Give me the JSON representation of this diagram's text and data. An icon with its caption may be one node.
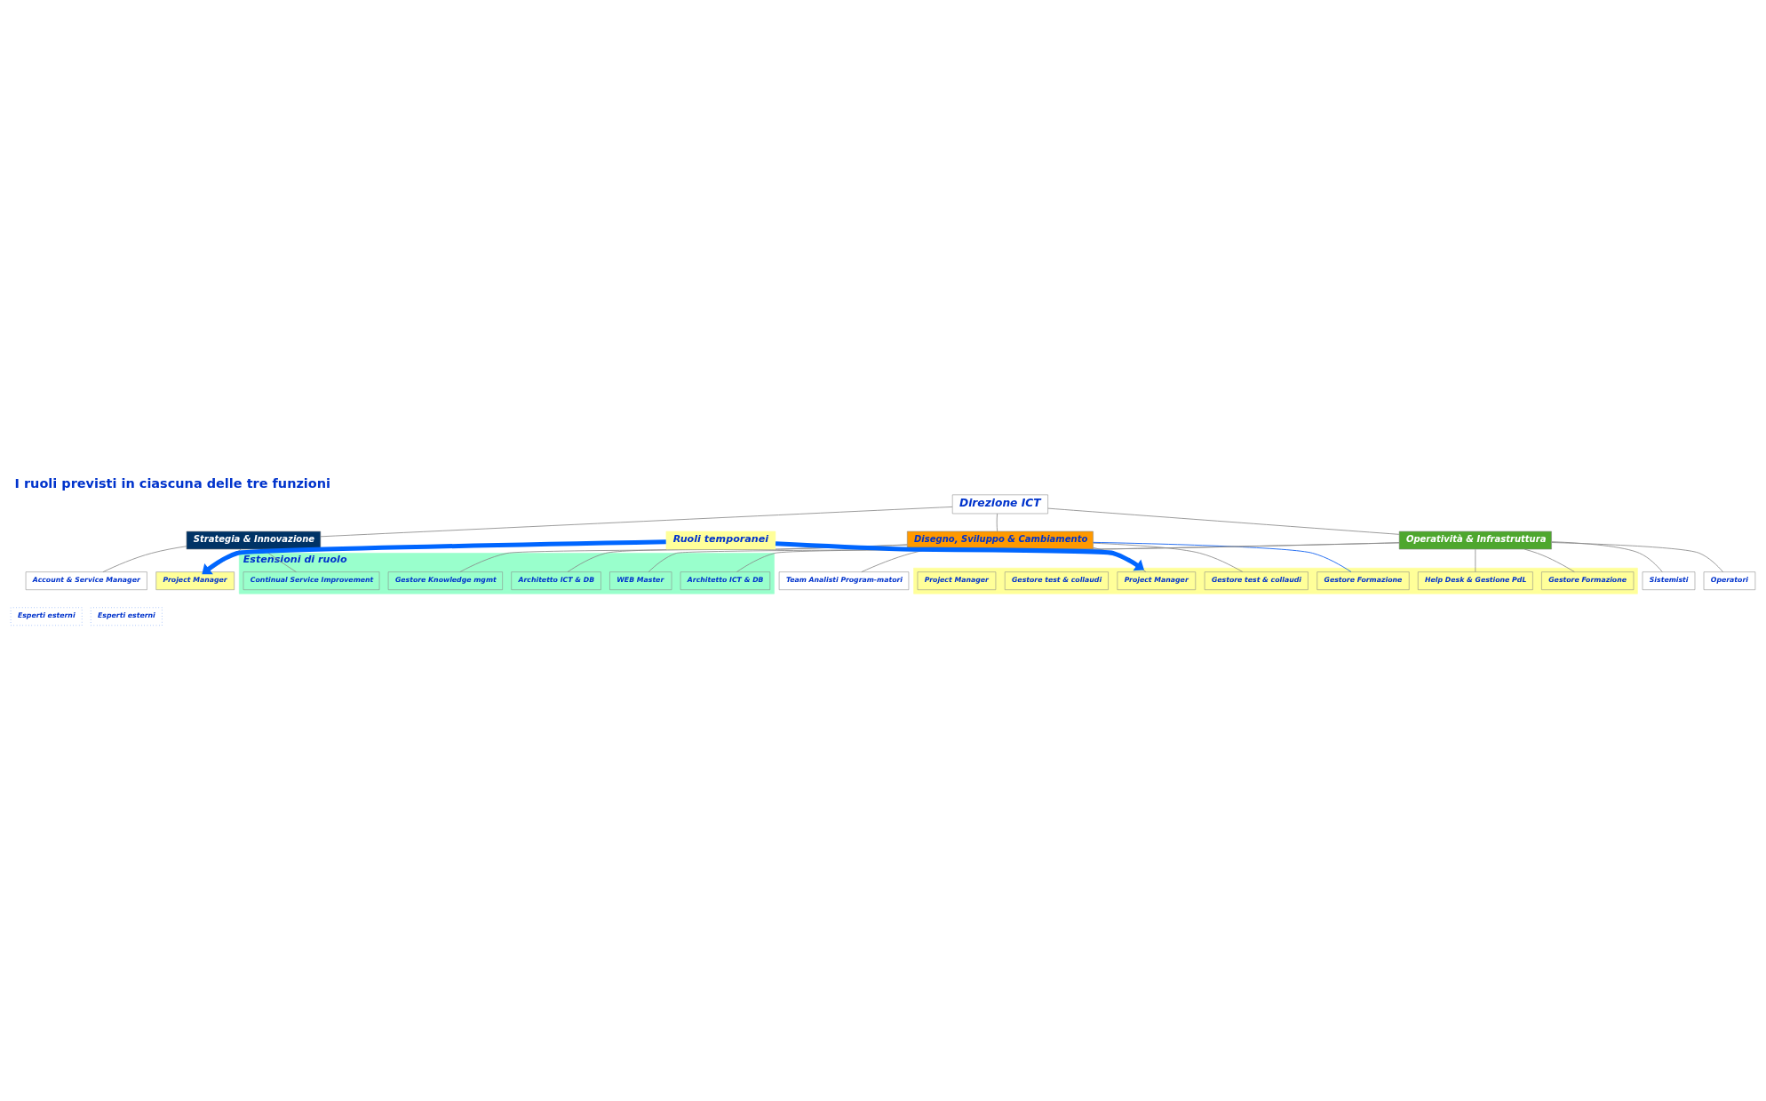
{
  "diagram": {
    "title": "I ruoli previsti in ciascuna delle tre funzioni",
    "nodes": [
      {
        "text": [
          "Direzione ICT"
        ]
      },
      {
        "text": [
          "Strategia & Innovazione"
        ]
      },
      {
        "text": [
          "Disegno, Sviluppo & Cambiamento"
        ]
      },
      {
        "text": [
          "Operatività & Infrastruttura"
        ]
      },
      {
        "text": [
          "Estensioni di ruolo"
        ]
      },
      {
        "text": [
          "Continual Service Improvement"
        ],
        "in": 4
      },
      {
        "text": [
          "Gestore Knowledge mgmt"
        ],
        "in": 4
      },
      {
        "text": [
          "Architetto ICT & DB"
        ],
        "in": 4
      },
      {
        "text": [
          "WEB Master"
        ],
        "in": 4
      },
      {
        "text": [
          "Architetto ICT & DB"
        ],
        "in": 4
      },
      {
        "text": [],
        "shape": "box"
      },
      {
        "text": [
          "Project Manager"
        ],
        "in": 10
      },
      {
        "text": [
          "Gestore test & collaudi"
        ],
        "in": 10
      },
      {
        "text": [
          "Gestore Formazione"
        ],
        "in": 10
      },
      {
        "text": [
          "Project Manager"
        ],
        "in": 10
      },
      {
        "text": [
          "Gestore test & collaudi"
        ],
        "in": 10
      },
      {
        "text": [
          "Help Desk & Gestione PdL"
        ],
        "in": 10
      },
      {
        "text": [
          "Gestore Formazione"
        ],
        "in": 10
      },
      {
        "text": [
          "Ruoli temporanei"
        ]
      },
      {
        "text": [
          "Account & Service Manager"
        ]
      },
      {
        "text": [
          "Project Manager"
        ]
      },
      {
        "text": [
          "Team Analisti Program-matori"
        ]
      },
      {
        "text": [
          "Esperti esterni"
        ]
      },
      {
        "text": [
          "Sistemisti"
        ]
      },
      {
        "text": [
          "Esperti esterni"
        ]
      },
      {
        "text": [
          "Operatori"
        ]
      }
    ],
    "edges": [
      {
        "from": 0,
        "to": 1,
        "arrow": "none"
      },
      {
        "from": 0,
        "to": 2,
        "arrow": "none"
      },
      {
        "from": 0,
        "to": 3,
        "arrow": "none"
      },
      {
        "from": 1,
        "to": 5,
        "arrow": "none"
      },
      {
        "from": 2,
        "to": 6,
        "arrow": "none"
      },
      {
        "from": 2,
        "to": 7,
        "arrow": "none"
      },
      {
        "from": 3,
        "to": 8,
        "arrow": "none"
      },
      {
        "from": 3,
        "to": 9,
        "arrow": "none"
      },
      {
        "from": 2,
        "to": 11,
        "arrow": "none"
      },
      {
        "from": 2,
        "to": 12,
        "arrow": "none"
      },
      {
        "from": 2,
        "to": 13,
        "arrow": "none",
        "color": "#0055ee"
      },
      {
        "from": 3,
        "to": 16,
        "arrow": "none"
      },
      {
        "from": 3,
        "to": 17,
        "arrow": "none"
      },
      {
        "from": 18,
        "to": 10,
        "arrow": "to",
        "style": "thick",
        "color": "#0066ff"
      },
      {
        "from": 18,
        "to": 20,
        "arrow": "to",
        "style": "thick",
        "color": "#0066ff"
      },
      {
        "from": 1,
        "to": 19,
        "arrow": "none"
      },
      {
        "from": 1,
        "to": 20,
        "arrow": "none"
      },
      {
        "from": 2,
        "to": 21,
        "arrow": "none"
      },
      {
        "from": 3,
        "to": 23,
        "arrow": "none"
      },
      {
        "from": 3,
        "to": 25,
        "arrow": "none"
      }
    ]
  }
}
